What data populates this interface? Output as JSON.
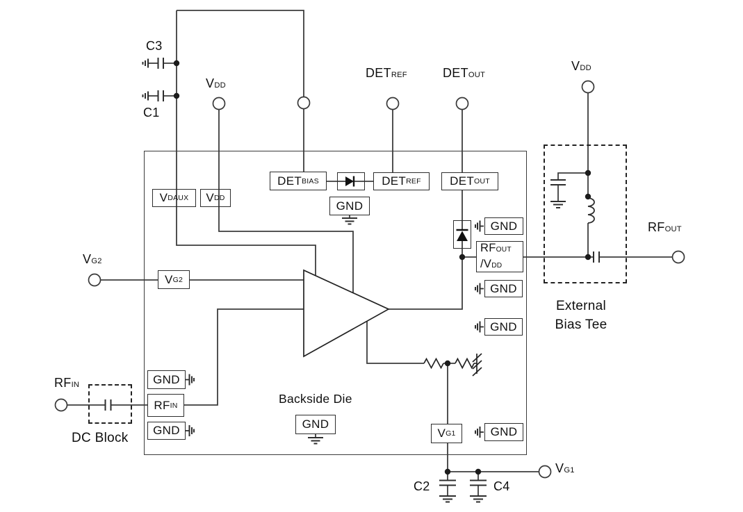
{
  "colors": {
    "wire": "#3d3d3d",
    "box_border": "#2d2d2d",
    "text": "#111111",
    "background": "#ffffff"
  },
  "gnd": "GND",
  "pins": {
    "vdd_left": {
      "main": "V",
      "sub": "DD"
    },
    "det_ref": {
      "main": "DET",
      "sub": "REF"
    },
    "det_out": {
      "main": "DET",
      "sub": "OUT"
    },
    "vdd_right": {
      "main": "V",
      "sub": "DD"
    },
    "rf_out": {
      "main": "RF",
      "sub": "OUT"
    },
    "vg2": {
      "main": "V",
      "sub": "G2"
    },
    "rf_in": {
      "main": "RF",
      "sub": "IN"
    },
    "vg1": {
      "main": "V",
      "sub": "G1"
    }
  },
  "blocks": {
    "vdaux": {
      "main": "V",
      "sub": "DAUX"
    },
    "vdd": {
      "main": "V",
      "sub": "DD"
    },
    "det_bias": {
      "main": "DET",
      "sub": "BIAS"
    },
    "det_ref": {
      "main": "DET",
      "sub": "REF"
    },
    "det_out": {
      "main": "DET",
      "sub": "OUT"
    },
    "rf_out_line1": {
      "main": "RF",
      "sub": "OUT"
    },
    "rf_out_line2": {
      "main": "/V",
      "sub": "DD"
    },
    "vg2": {
      "main": "V",
      "sub": "G2"
    },
    "rf_in": {
      "main": "RF",
      "sub": "IN"
    },
    "vg1": {
      "main": "V",
      "sub": "G1"
    }
  },
  "capacitors": {
    "c1": "C1",
    "c2": "C2",
    "c3": "C3",
    "c4": "C4"
  },
  "annotations": {
    "dc_block": "DC Block",
    "external_bias_tee_line1": "External",
    "external_bias_tee_line2": "Bias Tee",
    "backside_die": "Backside Die"
  }
}
